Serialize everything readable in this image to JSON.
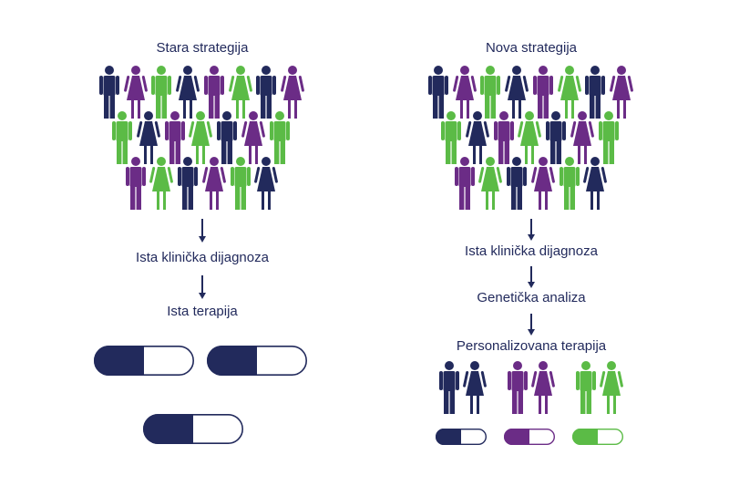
{
  "colors": {
    "navy": "#222a5c",
    "purple": "#6b2c86",
    "green": "#5bbb46"
  },
  "left": {
    "title": "Stara strategija",
    "step_diagnosis": "Ista klinička dijagnoza",
    "step_therapy": "Ista terapija",
    "crowd_rows": [
      [
        [
          "navy",
          "m"
        ],
        [
          "purple",
          "f"
        ],
        [
          "green",
          "m"
        ],
        [
          "navy",
          "f"
        ],
        [
          "purple",
          "m"
        ],
        [
          "green",
          "f"
        ],
        [
          "navy",
          "m"
        ],
        [
          "purple",
          "f"
        ]
      ],
      [
        [
          "green",
          "m"
        ],
        [
          "navy",
          "f"
        ],
        [
          "purple",
          "m"
        ],
        [
          "green",
          "f"
        ],
        [
          "navy",
          "m"
        ],
        [
          "purple",
          "f"
        ],
        [
          "green",
          "m"
        ]
      ],
      [
        [
          "purple",
          "m"
        ],
        [
          "green",
          "f"
        ],
        [
          "navy",
          "m"
        ],
        [
          "purple",
          "f"
        ],
        [
          "green",
          "m"
        ],
        [
          "navy",
          "f"
        ]
      ]
    ],
    "pills": [
      "navy",
      "navy",
      "navy"
    ]
  },
  "right": {
    "title": "Nova strategija",
    "step_diagnosis": "Ista klinička dijagnoza",
    "step_genetic": "Genetička analiza",
    "step_therapy": "Personalizovana terapija",
    "crowd_rows": [
      [
        [
          "navy",
          "m"
        ],
        [
          "purple",
          "f"
        ],
        [
          "green",
          "m"
        ],
        [
          "navy",
          "f"
        ],
        [
          "purple",
          "m"
        ],
        [
          "green",
          "f"
        ],
        [
          "navy",
          "m"
        ],
        [
          "purple",
          "f"
        ]
      ],
      [
        [
          "green",
          "m"
        ],
        [
          "navy",
          "f"
        ],
        [
          "purple",
          "m"
        ],
        [
          "green",
          "f"
        ],
        [
          "navy",
          "m"
        ],
        [
          "purple",
          "f"
        ],
        [
          "green",
          "m"
        ]
      ],
      [
        [
          "purple",
          "m"
        ],
        [
          "green",
          "f"
        ],
        [
          "navy",
          "m"
        ],
        [
          "purple",
          "f"
        ],
        [
          "green",
          "m"
        ],
        [
          "navy",
          "f"
        ]
      ]
    ],
    "groups": [
      {
        "color": "navy"
      },
      {
        "color": "purple"
      },
      {
        "color": "green"
      }
    ]
  }
}
